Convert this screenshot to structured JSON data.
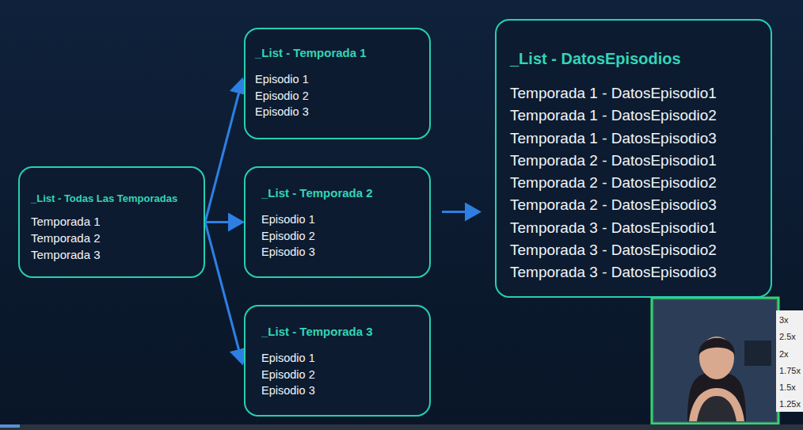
{
  "diagram": {
    "nodes": [
      {
        "text": [
          "_List - Todas Las Temporadas",
          "Temporada 1",
          "Temporada 2",
          "Temporada 3"
        ]
      },
      {
        "text": [
          "_List - Temporada 1",
          "Episodio 1",
          "Episodio 2",
          "Episodio 3"
        ]
      },
      {
        "text": [
          "_List - Temporada 2",
          "Episodio 1",
          "Episodio 2",
          "Episodio 3"
        ]
      },
      {
        "text": [
          "_List - Temporada 3",
          "Episodio 1",
          "Episodio 2",
          "Episodio 3"
        ]
      },
      {
        "text": [
          "_List - DatosEpisodios",
          "Temporada 1 - DatosEpisodio1",
          "Temporada 1 - DatosEpisodio2",
          "Temporada 1 - DatosEpisodio3",
          "Temporada 2 - DatosEpisodio1",
          "Temporada 2 - DatosEpisodio2",
          "Temporada 2 - DatosEpisodio3",
          "Temporada 3 - DatosEpisodio1",
          "Temporada 3 - DatosEpisodio2",
          "Temporada 3 - DatosEpisodio3"
        ]
      }
    ],
    "edges": [
      {
        "from": 0,
        "to": 1,
        "arrow": "to"
      },
      {
        "from": 0,
        "to": 2,
        "arrow": "to"
      },
      {
        "from": 0,
        "to": 3,
        "arrow": "to"
      },
      {
        "from": 2,
        "to": 4,
        "arrow": "to"
      }
    ],
    "labels": [
      "3x",
      "2.5x",
      "2x",
      "1.75x",
      "1.5x",
      "1.25x"
    ]
  }
}
